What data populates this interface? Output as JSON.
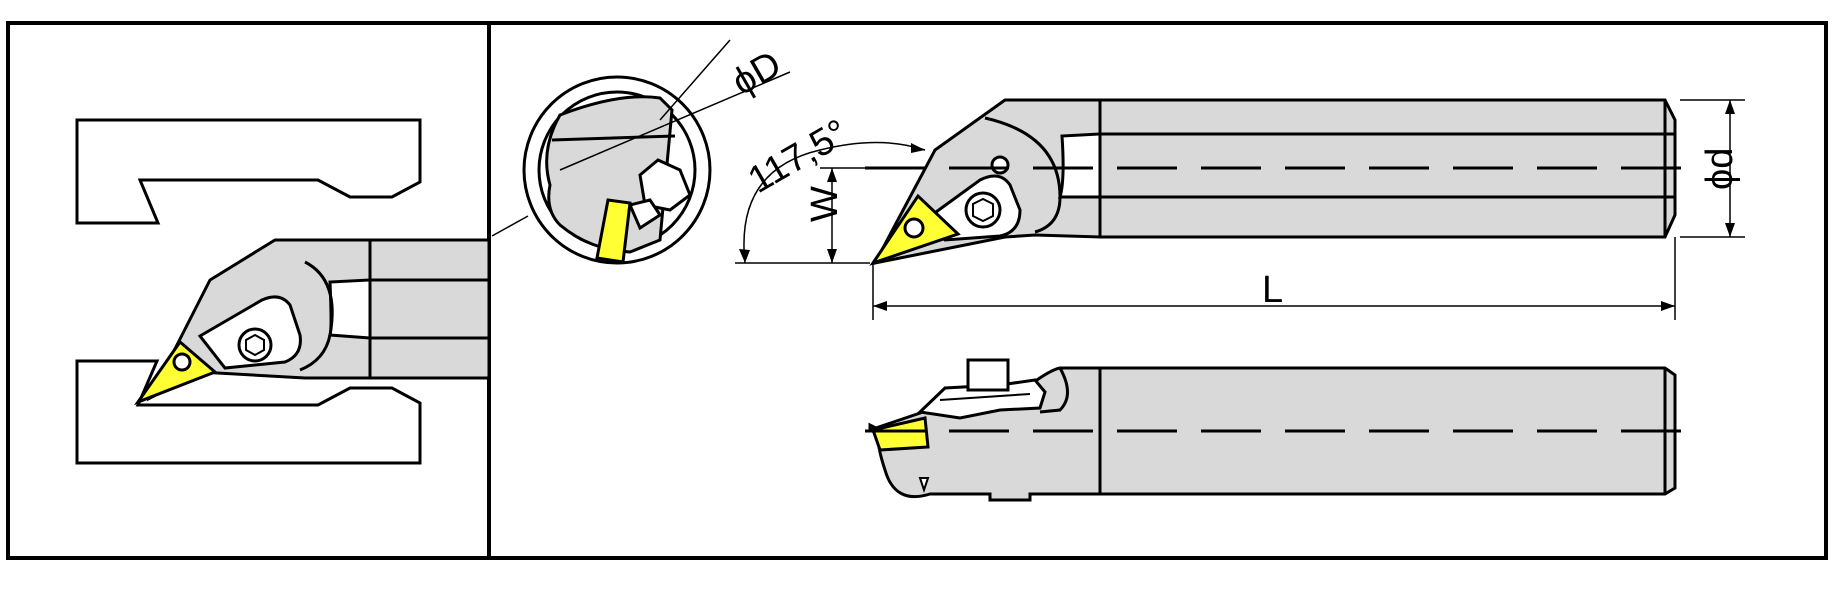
{
  "labels": {
    "phi_D": "ϕD",
    "angle": "117,5°",
    "W": "W",
    "phi_d": "ϕd",
    "L": "L"
  },
  "colors": {
    "body": "#d9d9d9",
    "insert": "#ffff33",
    "outline": "#000000"
  }
}
